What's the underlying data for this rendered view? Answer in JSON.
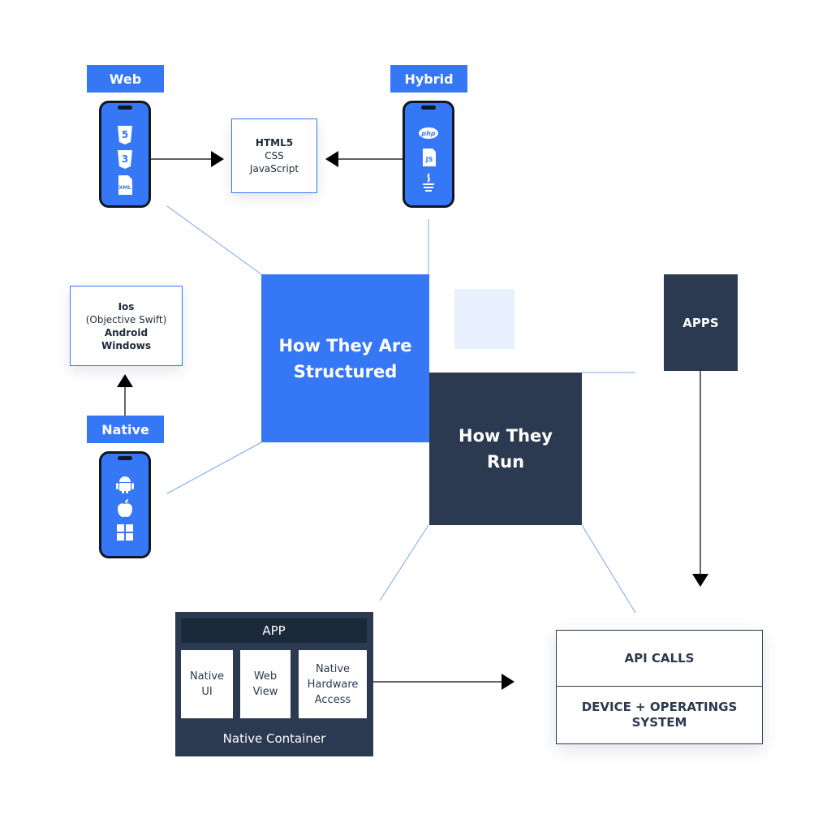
{
  "web": {
    "label": "Web",
    "icons": [
      "html5-icon",
      "css3-icon",
      "xml-icon"
    ]
  },
  "hybrid": {
    "label": "Hybrid",
    "icons": [
      "php-icon",
      "js-icon",
      "java-icon"
    ]
  },
  "native": {
    "label": "Native",
    "icons": [
      "android-icon",
      "apple-icon",
      "windows-icon"
    ]
  },
  "web_tech_box": {
    "line1": "HTML5",
    "line2": "CSS",
    "line3": "JavaScript"
  },
  "native_os_box": {
    "line1": "Ios",
    "line2": "(Objective Swift)",
    "line3": "Android",
    "line4": "Windows"
  },
  "hub_structured": {
    "line1": "How They Are",
    "line2": "Structured"
  },
  "hub_run": {
    "line1": "How They",
    "line2": "Run"
  },
  "apps_box": {
    "label": "APPS"
  },
  "native_container": {
    "app_label": "APP",
    "cell1": {
      "line1": "Native",
      "line2": "UI"
    },
    "cell2": {
      "line1": "Web",
      "line2": "View"
    },
    "cell3": {
      "line1": "Native",
      "line2": "Hardware",
      "line3": "Access"
    },
    "footer": "Native Container"
  },
  "api_stack": {
    "top": "API CALLS",
    "bottom_line1": "DEVICE + OPERATINGS",
    "bottom_line2": "SYSTEM"
  },
  "colors": {
    "primary_blue": "#3677f6",
    "dark_navy": "#2b3a50",
    "light_tint": "#e8f0fd",
    "line_blue": "#7aa6e8",
    "arrow_black": "#000000"
  }
}
